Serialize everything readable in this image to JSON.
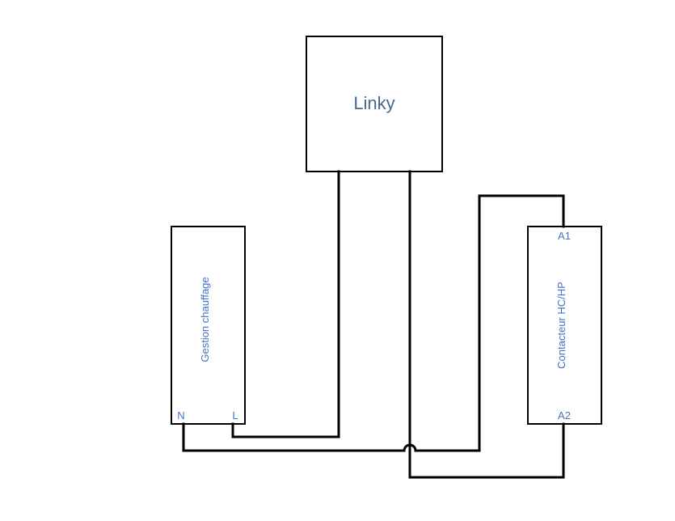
{
  "linky": {
    "label": "Linky"
  },
  "gestion": {
    "label": "Gestion chauffage",
    "terminal_n": "N",
    "terminal_l": "L"
  },
  "contacteur": {
    "label": "Contacteur HC/HP",
    "terminal_a1": "A1",
    "terminal_a2": "A2"
  },
  "colors": {
    "wire": "#000000",
    "label_blue": "#4472c4",
    "title_blue": "#44698f"
  }
}
